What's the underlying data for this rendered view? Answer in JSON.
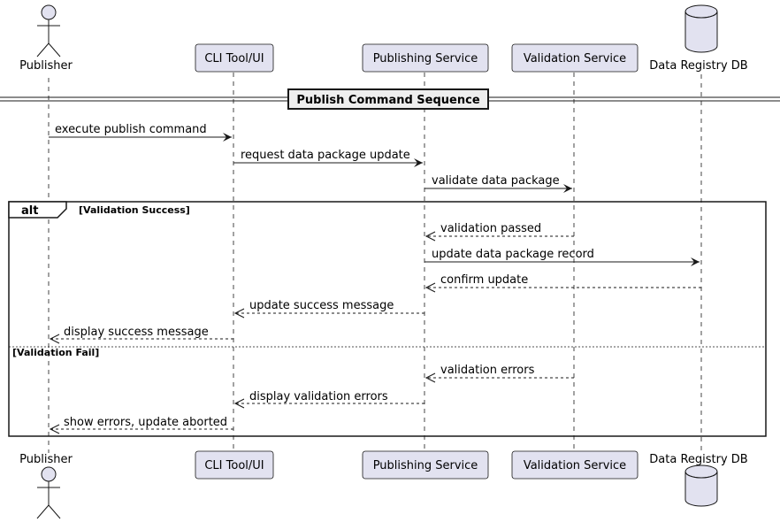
{
  "participants": [
    {
      "id": "publisher",
      "label": "Publisher",
      "kind": "actor"
    },
    {
      "id": "cli",
      "label": "CLI Tool/UI",
      "kind": "participant"
    },
    {
      "id": "pub",
      "label": "Publishing Service",
      "kind": "participant"
    },
    {
      "id": "val",
      "label": "Validation Service",
      "kind": "participant"
    },
    {
      "id": "db",
      "label": "Data Registry DB",
      "kind": "database"
    }
  ],
  "divider": {
    "title": "Publish Command Sequence"
  },
  "messages": [
    {
      "from": "publisher",
      "to": "cli",
      "text": "execute publish command",
      "style": "solid"
    },
    {
      "from": "cli",
      "to": "pub",
      "text": "request data package update",
      "style": "solid"
    },
    {
      "from": "pub",
      "to": "val",
      "text": "validate data package",
      "style": "solid"
    },
    {
      "from": "val",
      "to": "pub",
      "text": "validation passed",
      "style": "dashed"
    },
    {
      "from": "pub",
      "to": "db",
      "text": "update data package record",
      "style": "solid"
    },
    {
      "from": "db",
      "to": "pub",
      "text": "confirm update",
      "style": "dashed"
    },
    {
      "from": "pub",
      "to": "cli",
      "text": "update success message",
      "style": "dashed"
    },
    {
      "from": "cli",
      "to": "publisher",
      "text": "display success message",
      "style": "dashed"
    },
    {
      "from": "val",
      "to": "pub",
      "text": "validation errors",
      "style": "dashed"
    },
    {
      "from": "pub",
      "to": "cli",
      "text": "display validation errors",
      "style": "dashed"
    },
    {
      "from": "cli",
      "to": "publisher",
      "text": "show errors, update aborted",
      "style": "dashed"
    }
  ],
  "alt": {
    "keyword": "alt",
    "conditions": [
      "[Validation Success]",
      "[Validation Fail]"
    ]
  },
  "colors": {
    "participant_fill": "#e2e2f0",
    "participant_stroke": "#181818",
    "line": "#181818",
    "divider_fill": "#eeeeee"
  }
}
